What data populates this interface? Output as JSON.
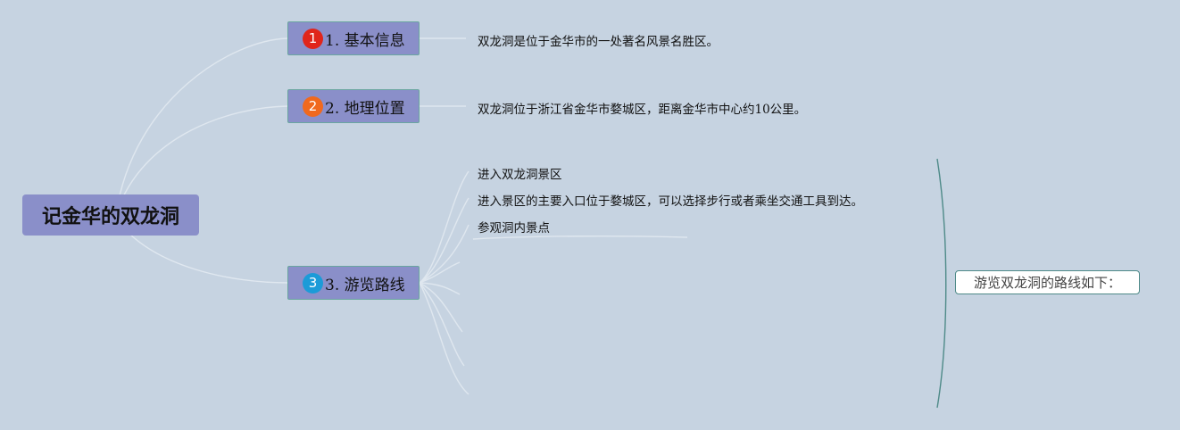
{
  "root": {
    "title": "记金华的双龙洞"
  },
  "branches": [
    {
      "number": "1",
      "label": "1. 基本信息",
      "badge_color": "#e0251b",
      "leaves": [
        "双龙洞是位于金华市的一处著名风景名胜区。"
      ]
    },
    {
      "number": "2",
      "label": "2. 地理位置",
      "badge_color": "#f0691e",
      "leaves": [
        "双龙洞位于浙江省金华市婺城区，距离金华市中心约10公里。"
      ]
    },
    {
      "number": "3",
      "label": "3. 游览路线",
      "badge_color": "#1c9bd8",
      "leaves": [
        "进入双龙洞景区",
        "进入景区的主要入口位于婺城区，可以选择步行或者乘坐交通工具到达。",
        "参观洞内景点"
      ]
    }
  ],
  "callout": {
    "text": "游览双龙洞的路线如下："
  },
  "colors": {
    "background": "#c6d3e1",
    "node_fill": "#8a8fc9",
    "node_border": "#6aa6a0",
    "connector": "#e4ebf2",
    "bracket": "#4e8a88"
  }
}
